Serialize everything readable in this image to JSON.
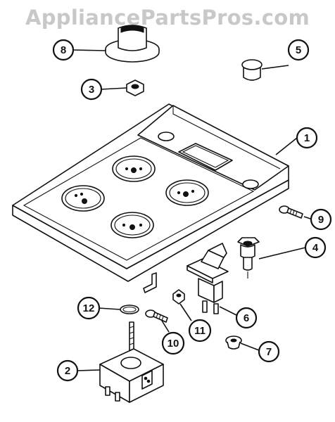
{
  "watermark": {
    "text": "AppliancePartsPros.com"
  },
  "callouts": [
    {
      "label": "1"
    },
    {
      "label": "2"
    },
    {
      "label": "3"
    },
    {
      "label": "4"
    },
    {
      "label": "5"
    },
    {
      "label": "6"
    },
    {
      "label": "7"
    },
    {
      "label": "8"
    },
    {
      "label": "9"
    },
    {
      "label": "10"
    },
    {
      "label": "11"
    },
    {
      "label": "12"
    }
  ],
  "colors": {
    "ink": "#111111",
    "watermark": "#c8c8c8",
    "background": "#ffffff"
  }
}
